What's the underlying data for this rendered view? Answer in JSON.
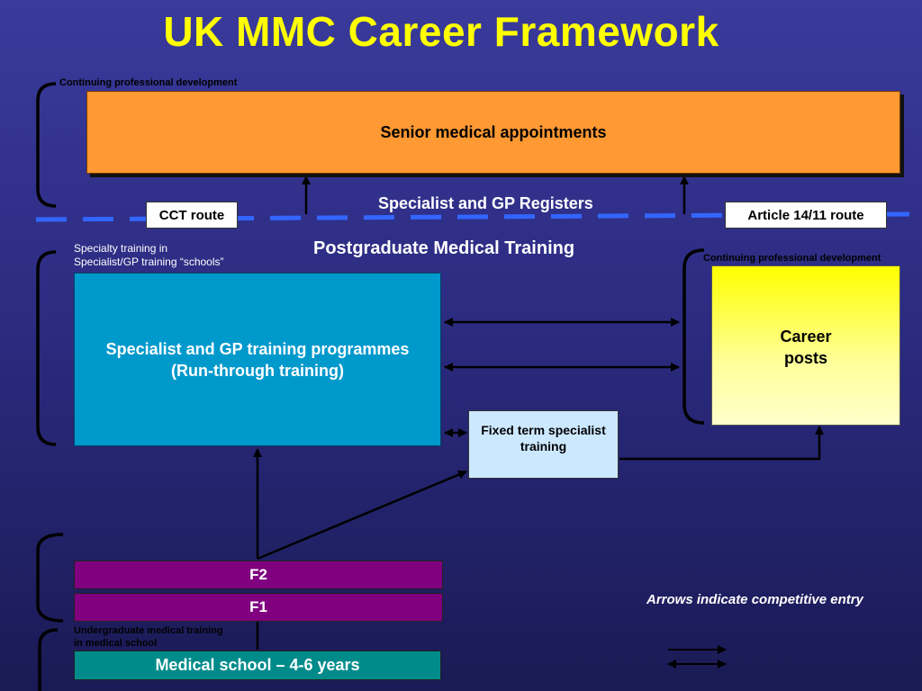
{
  "title": "UK MMC Career Framework",
  "cpd_label_top": "Continuing professional development",
  "cpd_label_right": "Continuing professional development",
  "senior_box": "Senior medical appointments",
  "registers_label": "Specialist and GP Registers",
  "cct_route": "CCT route",
  "article_route": "Article 14/11 route",
  "pmt_label": "Postgraduate Medical Training",
  "specialty_label_1": "Specialty training in",
  "specialty_label_2": "Specialist/GP training “schools”",
  "training_box_1": "Specialist and GP training programmes",
  "training_box_2": "(Run-through training)",
  "career_box_1": "Career",
  "career_box_2": "posts",
  "fixed_box": "Fixed term specialist training",
  "f2": "F2",
  "f1": "F1",
  "undergrad_1": "Undergraduate medical training",
  "undergrad_2": "in medical school",
  "med_school": "Medical school – 4-6 years",
  "legend_text": "Arrows indicate competitive entry",
  "colors": {
    "title": "#ffff00",
    "senior": "#ff9933",
    "training": "#0099cc",
    "career": "#ffff00",
    "fixed": "#cce8ff",
    "foundation": "#800080",
    "med_school": "#008b8b",
    "dashed_line": "#3366ff"
  }
}
